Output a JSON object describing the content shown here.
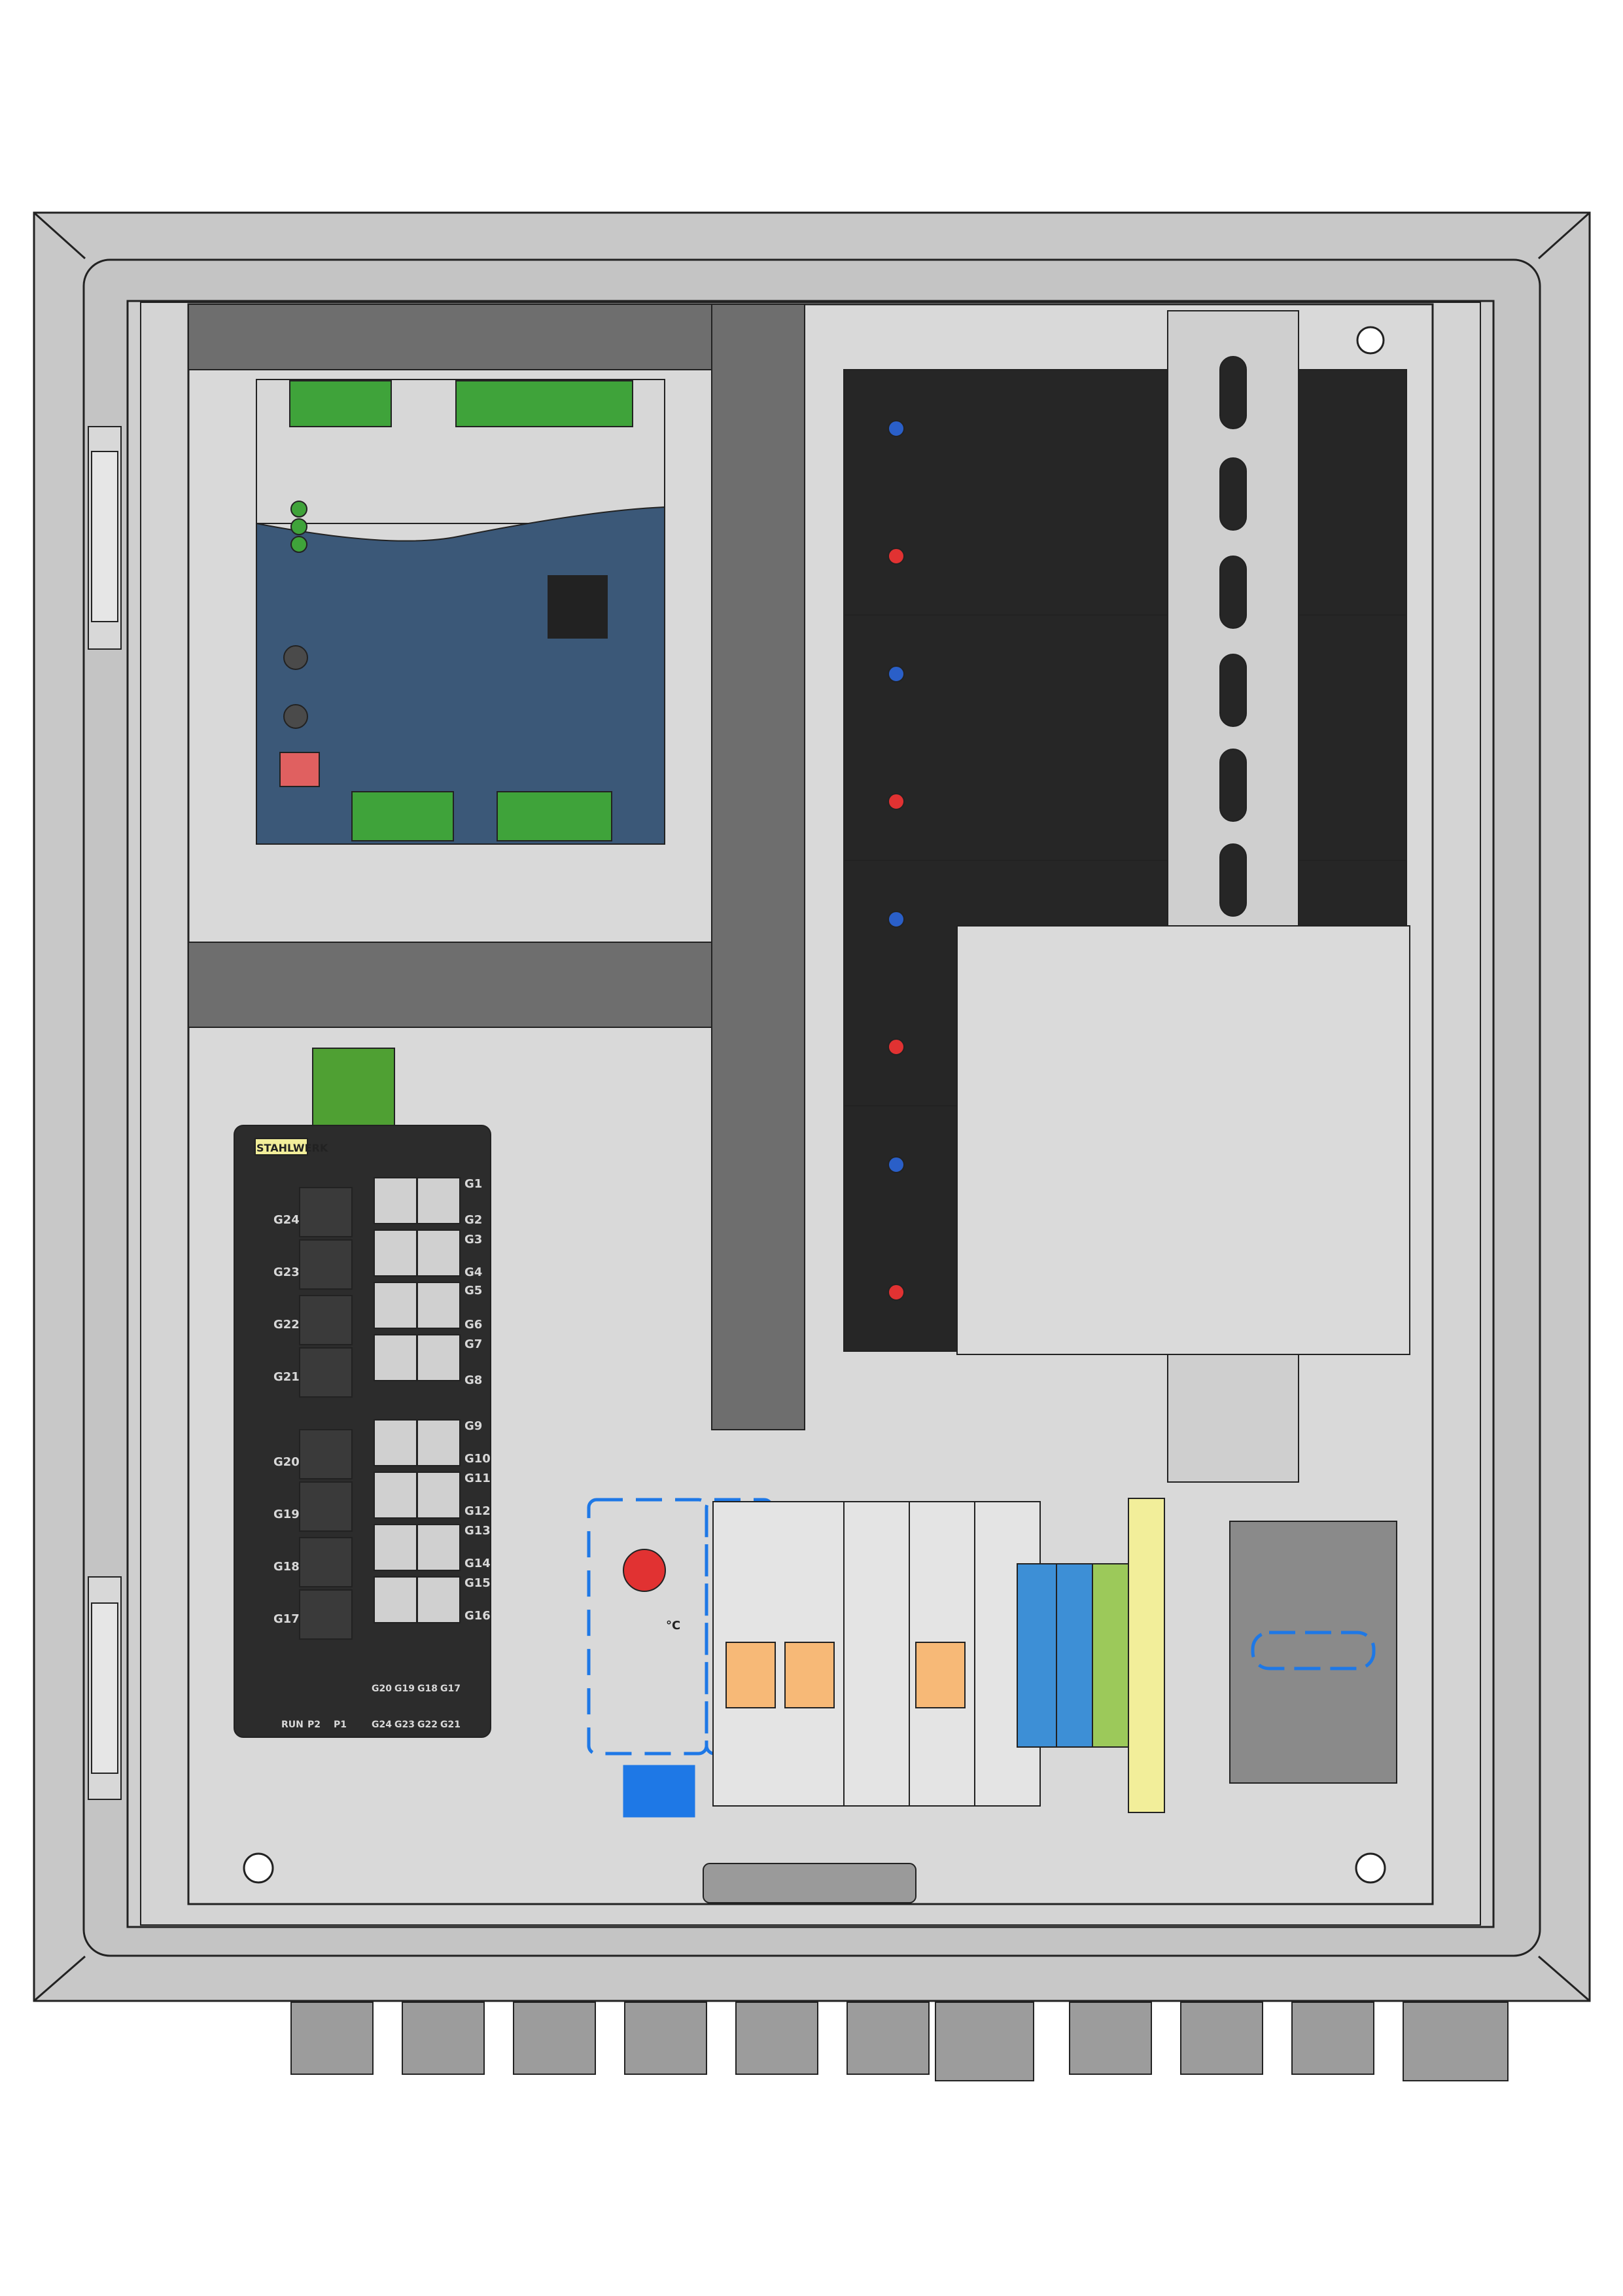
{
  "switch": {
    "brand": "STAHLWERK",
    "right_port_labels": [
      "G1",
      "G2",
      "G3",
      "G4",
      "G5",
      "G6",
      "G7",
      "G8",
      "G9",
      "G10",
      "G11",
      "G12",
      "G13",
      "G14",
      "G15",
      "G16"
    ],
    "left_port_labels": [
      "G24",
      "G23",
      "G22",
      "G21",
      "G20",
      "G19",
      "G18",
      "G17"
    ],
    "bottom_labels_row1": [
      "G20",
      "G19",
      "G18",
      "G17"
    ],
    "bottom_labels_row2": [
      "G24",
      "G23",
      "G22",
      "G21"
    ],
    "led_labels": [
      "RUN",
      "P2",
      "P1"
    ]
  },
  "thermostat": {
    "unit": "°C"
  },
  "colors": {
    "enclosure": "#c8c8c8",
    "mounting_plate": "#d9d9d9",
    "cable_duct": "#6e6e6e",
    "psu_body": "#3b5878",
    "terminal_green": "#3fa33a",
    "battery": "#262626",
    "switch_body": "#2c2c2c",
    "thermostat_outline": "#1e78e6",
    "busbar_yellow": "#f2ee9a",
    "terminal_blue": "#3d8fd6"
  }
}
